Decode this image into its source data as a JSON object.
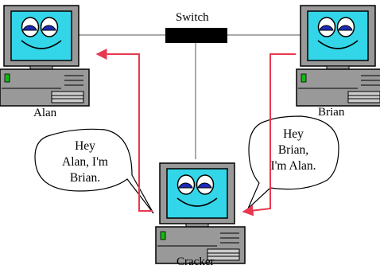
{
  "labels": {
    "switch": "Switch",
    "alan": "Alan",
    "brian": "Brian",
    "cracker": "Cracker"
  },
  "bubbles": {
    "left": [
      "Hey",
      "Alan, I'm",
      "Brian."
    ],
    "right": [
      "Hey",
      "Brian,",
      "I'm Alan."
    ]
  },
  "colors": {
    "arrow": "#e8384f",
    "screen": "#33d6e8",
    "case": "#999999",
    "led": "#14b814",
    "eye_iris": "#1d2ab8",
    "switch": "#000000"
  }
}
